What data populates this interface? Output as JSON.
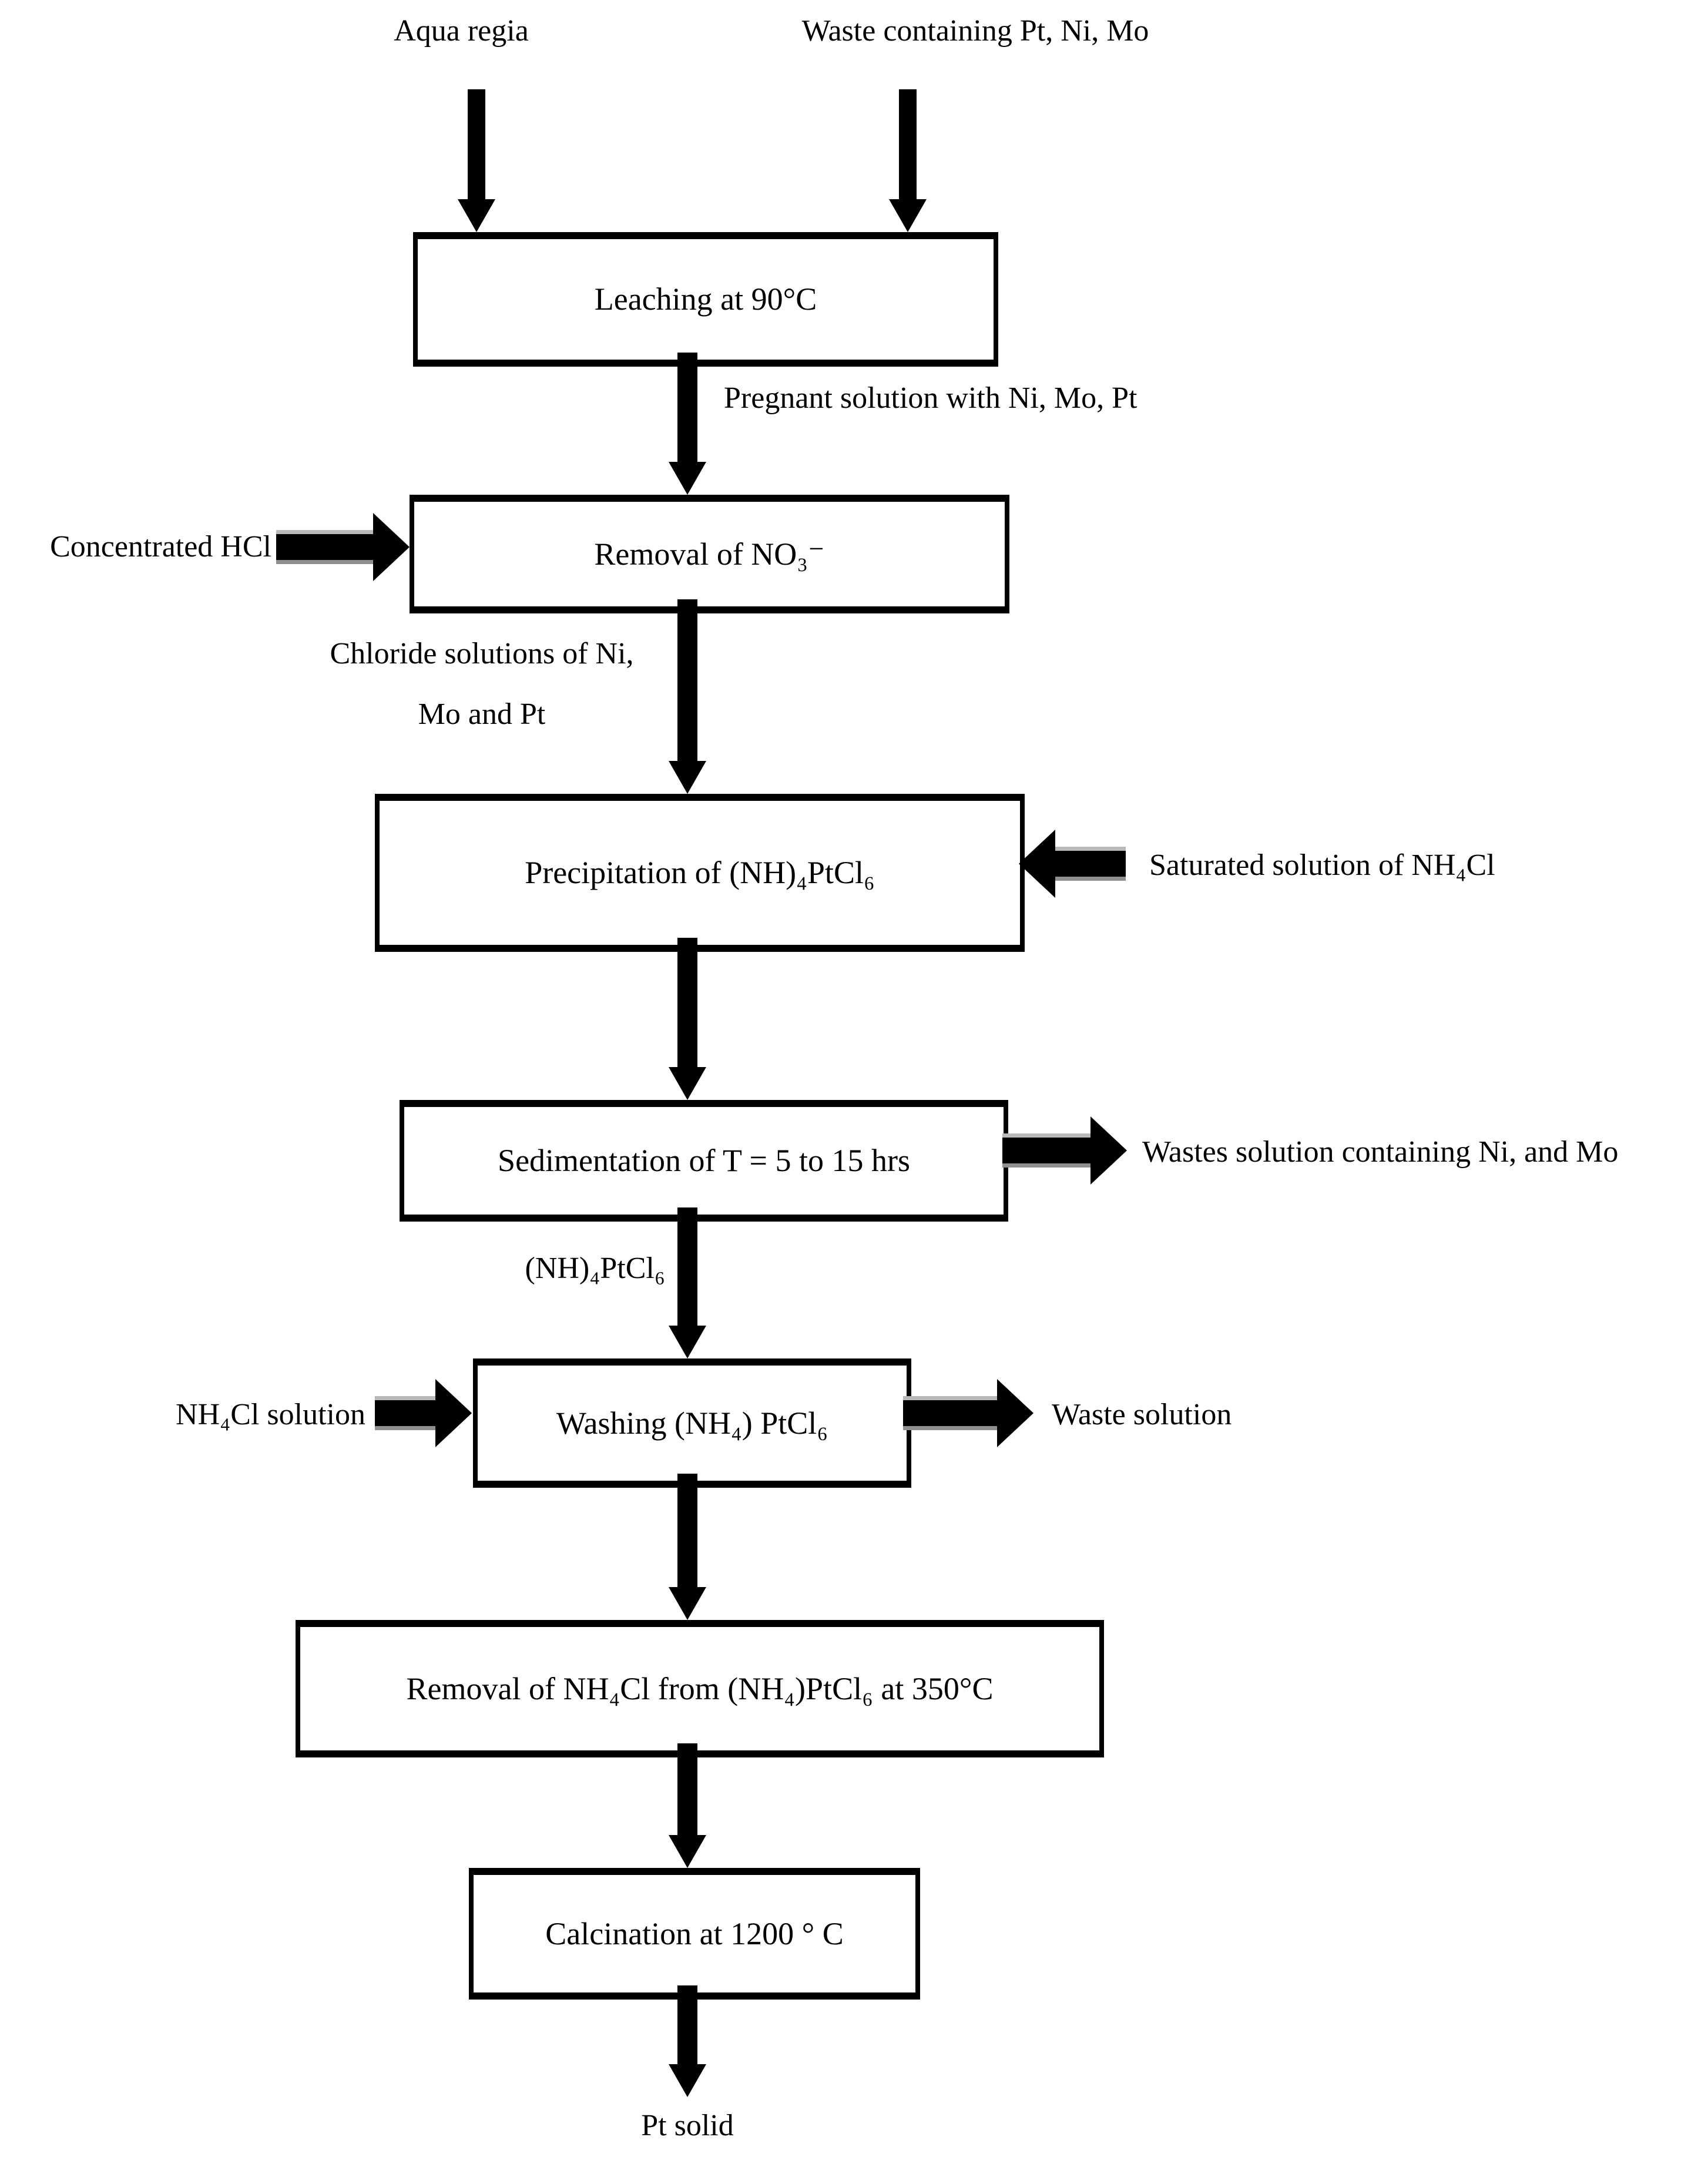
{
  "diagram": {
    "background": "#ffffff",
    "line_color": "#000000",
    "top_inputs": [
      {
        "label": "Aqua regia"
      },
      {
        "label": "Waste containing Pt, Ni, Mo"
      }
    ],
    "boxes": [
      {
        "label": "Leaching at 90°C"
      },
      {
        "label": "Removal of NO₃⁻"
      },
      {
        "label": "Precipitation of (NH)₄PtCl₆"
      },
      {
        "label": "Sedimentation of T = 5 to 15 hrs"
      },
      {
        "label": "Washing (NH₄) PtCl₆"
      },
      {
        "label": "Removal of NH₄Cl from (NH₄)PtCl₆ at 350°C"
      },
      {
        "label": "Calcination at 1200 ° C"
      }
    ],
    "stream_labels": {
      "pregnant": "Pregnant solution with Ni, Mo, Pt",
      "chloride_line1": "Chloride solutions of Ni,",
      "chloride_line2": "Mo and Pt",
      "nh4ptcl6": "(NH)₄PtCl₆",
      "final_product": "Pt solid"
    },
    "side_inputs": [
      {
        "label": "Concentrated HCl"
      },
      {
        "label": "Saturated solution of NH₄Cl"
      },
      {
        "label": "NH₄Cl solution"
      }
    ],
    "side_outputs": [
      {
        "label": "Wastes solution containing Ni, and Mo"
      },
      {
        "label": "Waste solution"
      }
    ]
  }
}
